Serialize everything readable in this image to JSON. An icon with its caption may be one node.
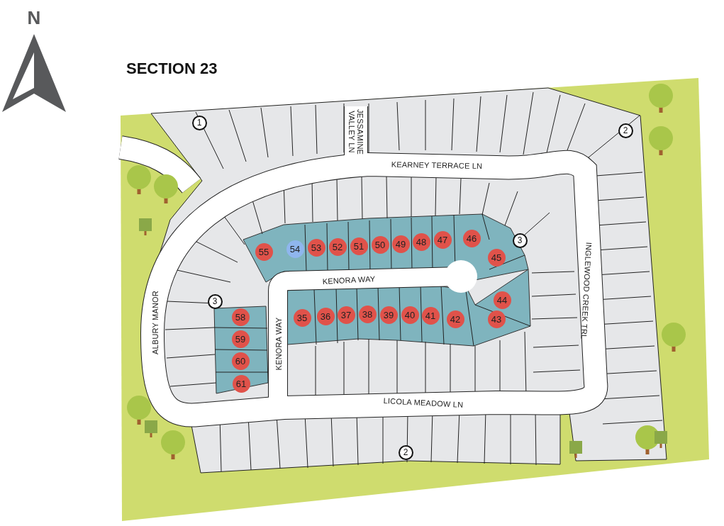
{
  "diagram": {
    "title": "SECTION 23",
    "nodes": [
      {
        "text": [
          "1"
        ]
      },
      {
        "text": [
          "2"
        ]
      },
      {
        "text": [
          "55"
        ]
      },
      {
        "text": [
          "54"
        ]
      },
      {
        "text": [
          "53"
        ]
      },
      {
        "text": [
          "52"
        ]
      },
      {
        "text": [
          "51"
        ]
      },
      {
        "text": [
          "50"
        ]
      },
      {
        "text": [
          "49"
        ]
      },
      {
        "text": [
          "48"
        ]
      },
      {
        "text": [
          "47"
        ]
      },
      {
        "text": [
          "46"
        ]
      },
      {
        "text": [
          "3"
        ]
      },
      {
        "text": [
          "45"
        ]
      },
      {
        "text": [
          "3"
        ]
      },
      {
        "text": [
          "44"
        ]
      },
      {
        "text": [
          "58"
        ]
      },
      {
        "text": [
          "35"
        ]
      },
      {
        "text": [
          "36"
        ]
      },
      {
        "text": [
          "37"
        ]
      },
      {
        "text": [
          "38"
        ]
      },
      {
        "text": [
          "39"
        ]
      },
      {
        "text": [
          "40"
        ]
      },
      {
        "text": [
          "41"
        ]
      },
      {
        "text": [
          "42"
        ]
      },
      {
        "text": [
          "43"
        ]
      },
      {
        "text": [
          "59"
        ]
      },
      {
        "text": [
          "60"
        ]
      },
      {
        "text": [
          "61"
        ]
      },
      {
        "text": [
          "2"
        ]
      }
    ],
    "labels": [
      "N",
      "JESSAMINE VALLEY LN",
      "KEARNEY TERRACE LN",
      "KENORA WAY",
      "INGLEWOOD CREEK TRL",
      "ALBURY MANOR",
      "KENORA WAY",
      "LICOLA MEADOW LN"
    ]
  }
}
